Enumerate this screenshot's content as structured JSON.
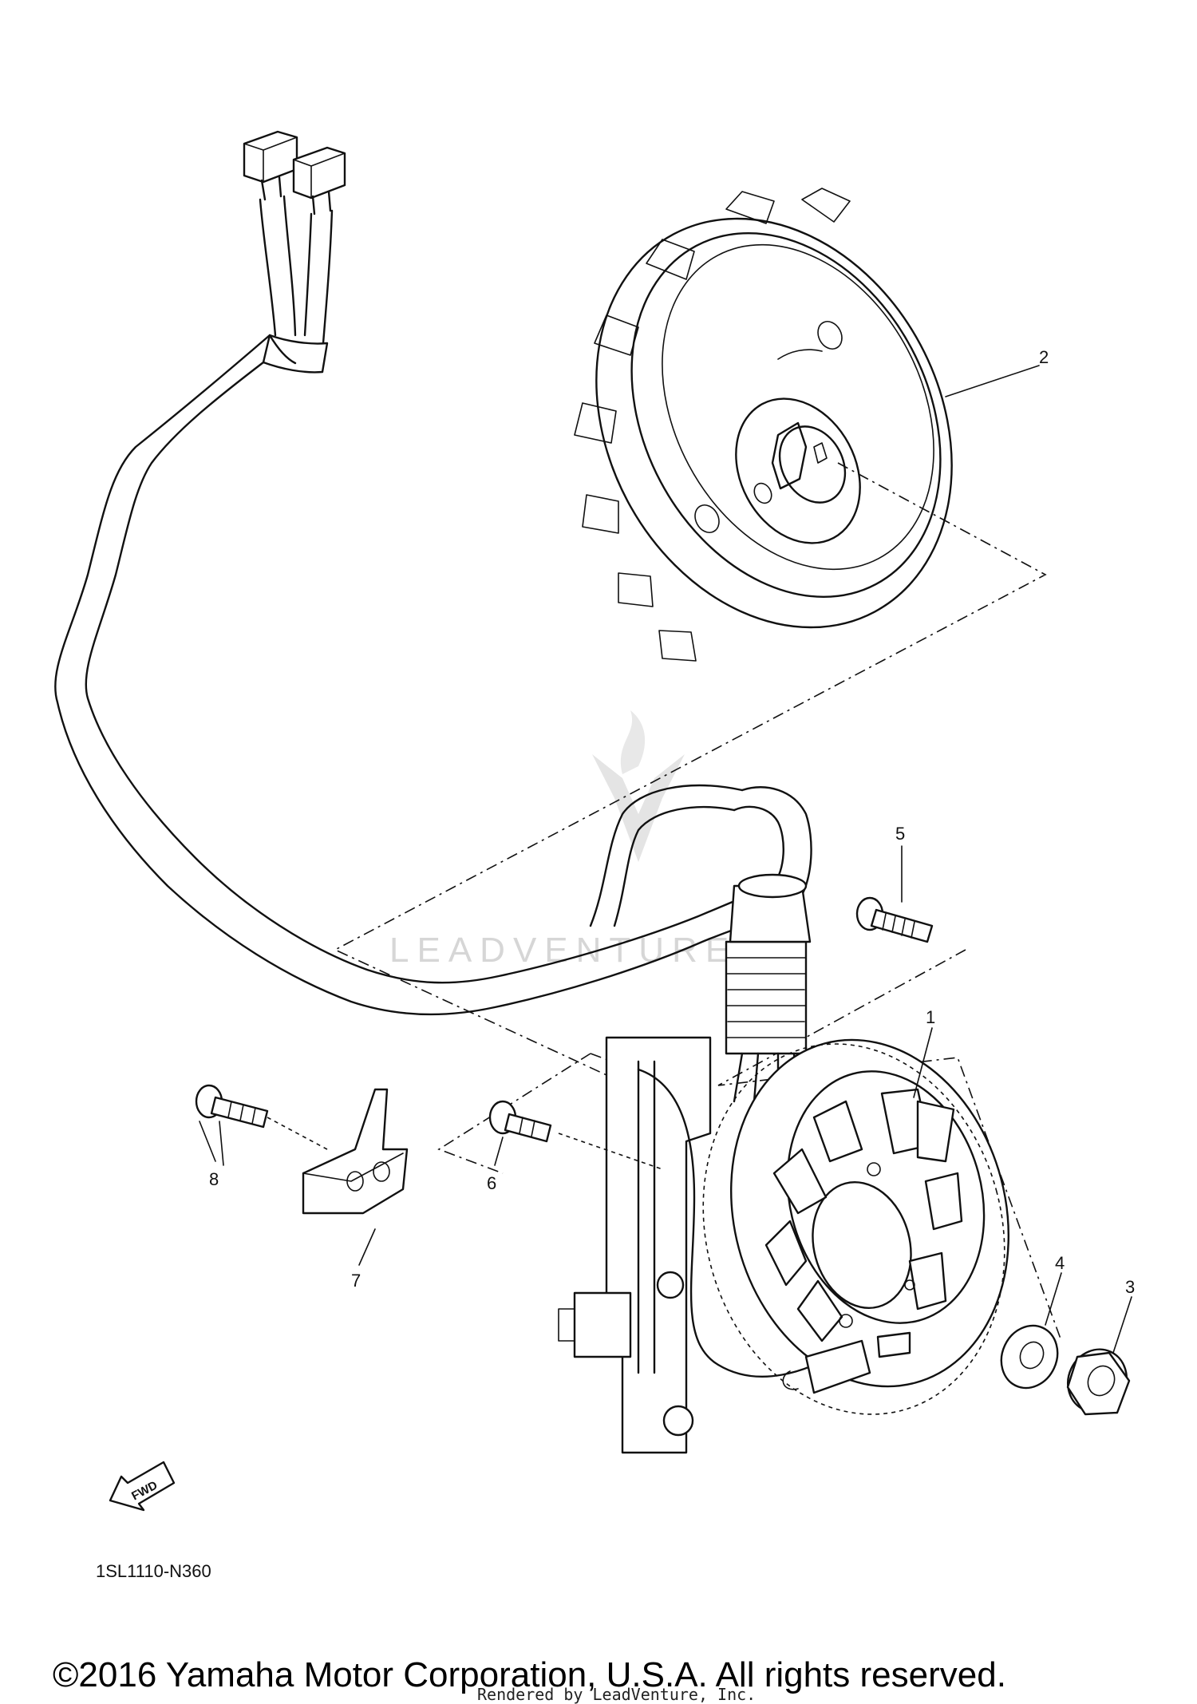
{
  "callouts": [
    {
      "id": "1",
      "label": "1"
    },
    {
      "id": "2",
      "label": "2"
    },
    {
      "id": "3",
      "label": "3"
    },
    {
      "id": "4",
      "label": "4"
    },
    {
      "id": "5",
      "label": "5"
    },
    {
      "id": "6",
      "label": "6"
    },
    {
      "id": "7",
      "label": "7"
    },
    {
      "id": "8",
      "label": "8"
    }
  ],
  "fwd_label": "FWD",
  "part_code": "1SL1110-N360",
  "watermark": "LEADVENTURE",
  "copyright": "©2016 Yamaha Motor Corporation, U.S.A. All rights reserved.",
  "rendered_by": "Rendered by LeadVenture, Inc."
}
